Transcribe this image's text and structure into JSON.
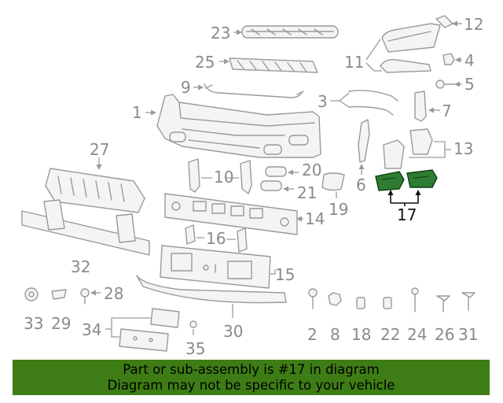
{
  "colors": {
    "banner_bg": "#3e7d15",
    "highlight_part": "#2e7d32",
    "label_gray": "#8a8a8a"
  },
  "callouts": {
    "n1": "1",
    "n2": "2",
    "n3": "3",
    "n4": "4",
    "n5": "5",
    "n6": "6",
    "n7": "7",
    "n8": "8",
    "n9": "9",
    "n10": "10",
    "n11": "11",
    "n12": "12",
    "n13": "13",
    "n14": "14",
    "n15": "15",
    "n16": "16",
    "n17": "17",
    "n18": "18",
    "n19": "19",
    "n20": "20",
    "n21": "21",
    "n22": "22",
    "n23": "23",
    "n24": "24",
    "n25": "25",
    "n26": "26",
    "n27": "27",
    "n28": "28",
    "n29": "29",
    "n30": "30",
    "n31": "31",
    "n32": "32",
    "n33": "33",
    "n34": "34",
    "n35": "35"
  },
  "highlighted_part": "17",
  "banner": {
    "line1": "Part or sub-assembly is #17 in diagram",
    "line2": "Diagram may not be specific to your vehicle"
  }
}
